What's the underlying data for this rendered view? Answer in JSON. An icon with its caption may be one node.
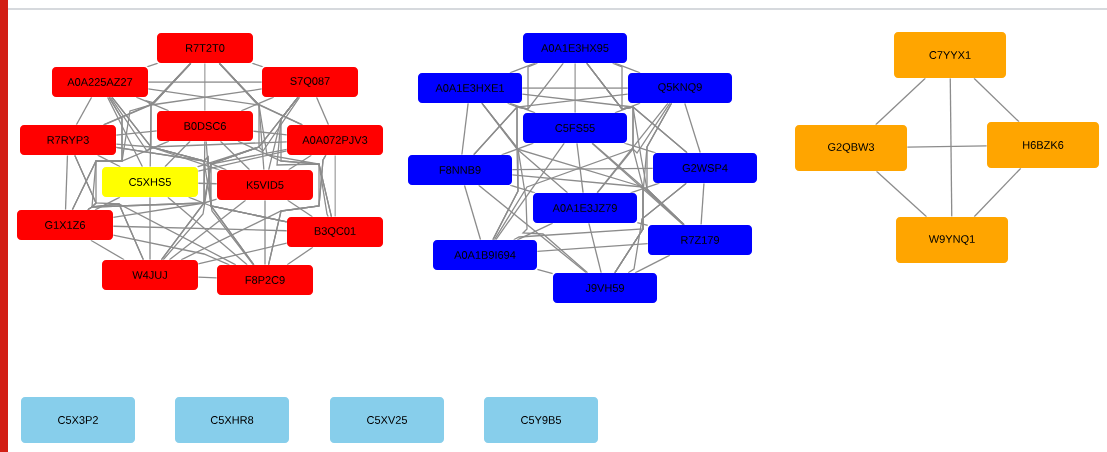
{
  "diagram": {
    "nodes": [
      {
        "text": [
          "R7T2T0"
        ]
      },
      {
        "text": [
          "A0A225AZ27"
        ]
      },
      {
        "text": [
          "S7Q087"
        ]
      },
      {
        "text": [
          "B0DSC6"
        ]
      },
      {
        "text": [
          "R7RYP3"
        ]
      },
      {
        "text": [
          "A0A072PJV3"
        ]
      },
      {
        "text": [
          "C5XHS5"
        ]
      },
      {
        "text": [
          "K5VID5"
        ]
      },
      {
        "text": [
          "G1X1Z6"
        ]
      },
      {
        "text": [
          "B3QC01"
        ]
      },
      {
        "text": [
          "W4JUJ"
        ]
      },
      {
        "text": [
          "F8P2C9"
        ]
      },
      {
        "text": [
          "A0A1E3HX95"
        ]
      },
      {
        "text": [
          "A0A1E3HXE1"
        ]
      },
      {
        "text": [
          "Q5KNQ9"
        ]
      },
      {
        "text": [
          "C5FS55"
        ]
      },
      {
        "text": [
          "G2WSP4"
        ]
      },
      {
        "text": [
          "F8NNB9"
        ]
      },
      {
        "text": [
          "A0A1E3JZ79"
        ]
      },
      {
        "text": [
          "R7Z179"
        ]
      },
      {
        "text": [
          "A0A1B9I694"
        ]
      },
      {
        "text": [
          "J9VH59"
        ]
      },
      {
        "text": [
          "C7YYX1"
        ]
      },
      {
        "text": [
          "G2QBW3"
        ]
      },
      {
        "text": [
          "H6BZK6"
        ]
      },
      {
        "text": [
          "W9YNQ1"
        ]
      },
      {
        "text": [
          "C5X3P2"
        ]
      },
      {
        "text": [
          "C5XHR8"
        ]
      },
      {
        "text": [
          "C5XV25"
        ]
      },
      {
        "text": [
          "C5Y9B5"
        ]
      }
    ],
    "edges": [
      {
        "from": 0,
        "to": 1,
        "arrow": "none"
      },
      {
        "from": 0,
        "to": 2,
        "arrow": "none"
      },
      {
        "from": 0,
        "to": 3,
        "arrow": "none"
      },
      {
        "from": 0,
        "to": 4,
        "arrow": "none"
      },
      {
        "from": 0,
        "to": 5,
        "arrow": "none"
      },
      {
        "from": 0,
        "to": 6,
        "arrow": "none"
      },
      {
        "from": 0,
        "to": 7,
        "arrow": "none"
      },
      {
        "from": 0,
        "to": 8,
        "arrow": "none"
      },
      {
        "from": 0,
        "to": 9,
        "arrow": "none"
      },
      {
        "from": 0,
        "to": 10,
        "arrow": "none"
      },
      {
        "from": 0,
        "to": 11,
        "arrow": "none"
      },
      {
        "from": 1,
        "to": 2,
        "arrow": "none"
      },
      {
        "from": 1,
        "to": 3,
        "arrow": "none"
      },
      {
        "from": 1,
        "to": 4,
        "arrow": "none"
      },
      {
        "from": 1,
        "to": 5,
        "arrow": "none"
      },
      {
        "from": 1,
        "to": 6,
        "arrow": "none"
      },
      {
        "from": 1,
        "to": 7,
        "arrow": "none"
      },
      {
        "from": 1,
        "to": 8,
        "arrow": "none"
      },
      {
        "from": 1,
        "to": 9,
        "arrow": "none"
      },
      {
        "from": 1,
        "to": 10,
        "arrow": "none"
      },
      {
        "from": 1,
        "to": 11,
        "arrow": "none"
      },
      {
        "from": 2,
        "to": 3,
        "arrow": "none"
      },
      {
        "from": 2,
        "to": 4,
        "arrow": "none"
      },
      {
        "from": 2,
        "to": 5,
        "arrow": "none"
      },
      {
        "from": 2,
        "to": 6,
        "arrow": "none"
      },
      {
        "from": 2,
        "to": 7,
        "arrow": "none"
      },
      {
        "from": 2,
        "to": 8,
        "arrow": "none"
      },
      {
        "from": 2,
        "to": 9,
        "arrow": "none"
      },
      {
        "from": 2,
        "to": 10,
        "arrow": "none"
      },
      {
        "from": 2,
        "to": 11,
        "arrow": "none"
      },
      {
        "from": 3,
        "to": 4,
        "arrow": "none"
      },
      {
        "from": 3,
        "to": 5,
        "arrow": "none"
      },
      {
        "from": 3,
        "to": 6,
        "arrow": "none"
      },
      {
        "from": 3,
        "to": 7,
        "arrow": "none"
      },
      {
        "from": 3,
        "to": 8,
        "arrow": "none"
      },
      {
        "from": 3,
        "to": 9,
        "arrow": "none"
      },
      {
        "from": 3,
        "to": 10,
        "arrow": "none"
      },
      {
        "from": 3,
        "to": 11,
        "arrow": "none"
      },
      {
        "from": 4,
        "to": 5,
        "arrow": "none"
      },
      {
        "from": 4,
        "to": 6,
        "arrow": "none"
      },
      {
        "from": 4,
        "to": 7,
        "arrow": "none"
      },
      {
        "from": 4,
        "to": 8,
        "arrow": "none"
      },
      {
        "from": 4,
        "to": 9,
        "arrow": "none"
      },
      {
        "from": 4,
        "to": 10,
        "arrow": "none"
      },
      {
        "from": 4,
        "to": 11,
        "arrow": "none"
      },
      {
        "from": 5,
        "to": 6,
        "arrow": "none"
      },
      {
        "from": 5,
        "to": 7,
        "arrow": "none"
      },
      {
        "from": 5,
        "to": 8,
        "arrow": "none"
      },
      {
        "from": 5,
        "to": 9,
        "arrow": "none"
      },
      {
        "from": 5,
        "to": 10,
        "arrow": "none"
      },
      {
        "from": 5,
        "to": 11,
        "arrow": "none"
      },
      {
        "from": 6,
        "to": 7,
        "arrow": "none"
      },
      {
        "from": 6,
        "to": 8,
        "arrow": "none"
      },
      {
        "from": 6,
        "to": 9,
        "arrow": "none"
      },
      {
        "from": 6,
        "to": 10,
        "arrow": "none"
      },
      {
        "from": 6,
        "to": 11,
        "arrow": "none"
      },
      {
        "from": 7,
        "to": 8,
        "arrow": "none"
      },
      {
        "from": 7,
        "to": 9,
        "arrow": "none"
      },
      {
        "from": 7,
        "to": 10,
        "arrow": "none"
      },
      {
        "from": 7,
        "to": 11,
        "arrow": "none"
      },
      {
        "from": 8,
        "to": 9,
        "arrow": "none"
      },
      {
        "from": 8,
        "to": 10,
        "arrow": "none"
      },
      {
        "from": 8,
        "to": 11,
        "arrow": "none"
      },
      {
        "from": 9,
        "to": 10,
        "arrow": "none"
      },
      {
        "from": 9,
        "to": 11,
        "arrow": "none"
      },
      {
        "from": 10,
        "to": 11,
        "arrow": "none"
      },
      {
        "from": 12,
        "to": 13,
        "arrow": "none"
      },
      {
        "from": 12,
        "to": 14,
        "arrow": "none"
      },
      {
        "from": 12,
        "to": 15,
        "arrow": "none"
      },
      {
        "from": 12,
        "to": 16,
        "arrow": "none"
      },
      {
        "from": 12,
        "to": 17,
        "arrow": "none"
      },
      {
        "from": 12,
        "to": 18,
        "arrow": "none"
      },
      {
        "from": 12,
        "to": 19,
        "arrow": "none"
      },
      {
        "from": 12,
        "to": 20,
        "arrow": "none"
      },
      {
        "from": 12,
        "to": 21,
        "arrow": "none"
      },
      {
        "from": 13,
        "to": 14,
        "arrow": "none"
      },
      {
        "from": 13,
        "to": 15,
        "arrow": "none"
      },
      {
        "from": 13,
        "to": 16,
        "arrow": "none"
      },
      {
        "from": 13,
        "to": 17,
        "arrow": "none"
      },
      {
        "from": 13,
        "to": 18,
        "arrow": "none"
      },
      {
        "from": 13,
        "to": 19,
        "arrow": "none"
      },
      {
        "from": 13,
        "to": 20,
        "arrow": "none"
      },
      {
        "from": 13,
        "to": 21,
        "arrow": "none"
      },
      {
        "from": 14,
        "to": 15,
        "arrow": "none"
      },
      {
        "from": 14,
        "to": 16,
        "arrow": "none"
      },
      {
        "from": 14,
        "to": 17,
        "arrow": "none"
      },
      {
        "from": 14,
        "to": 18,
        "arrow": "none"
      },
      {
        "from": 14,
        "to": 19,
        "arrow": "none"
      },
      {
        "from": 14,
        "to": 20,
        "arrow": "none"
      },
      {
        "from": 14,
        "to": 21,
        "arrow": "none"
      },
      {
        "from": 15,
        "to": 16,
        "arrow": "none"
      },
      {
        "from": 15,
        "to": 17,
        "arrow": "none"
      },
      {
        "from": 15,
        "to": 18,
        "arrow": "none"
      },
      {
        "from": 15,
        "to": 19,
        "arrow": "none"
      },
      {
        "from": 15,
        "to": 20,
        "arrow": "none"
      },
      {
        "from": 15,
        "to": 21,
        "arrow": "none"
      },
      {
        "from": 16,
        "to": 17,
        "arrow": "none"
      },
      {
        "from": 16,
        "to": 18,
        "arrow": "none"
      },
      {
        "from": 16,
        "to": 19,
        "arrow": "none"
      },
      {
        "from": 16,
        "to": 20,
        "arrow": "none"
      },
      {
        "from": 16,
        "to": 21,
        "arrow": "none"
      },
      {
        "from": 17,
        "to": 18,
        "arrow": "none"
      },
      {
        "from": 17,
        "to": 19,
        "arrow": "none"
      },
      {
        "from": 17,
        "to": 20,
        "arrow": "none"
      },
      {
        "from": 17,
        "to": 21,
        "arrow": "none"
      },
      {
        "from": 18,
        "to": 19,
        "arrow": "none"
      },
      {
        "from": 18,
        "to": 20,
        "arrow": "none"
      },
      {
        "from": 18,
        "to": 21,
        "arrow": "none"
      },
      {
        "from": 19,
        "to": 20,
        "arrow": "none"
      },
      {
        "from": 19,
        "to": 21,
        "arrow": "none"
      },
      {
        "from": 20,
        "to": 21,
        "arrow": "none"
      },
      {
        "from": 22,
        "to": 23,
        "arrow": "none"
      },
      {
        "from": 22,
        "to": 24,
        "arrow": "none"
      },
      {
        "from": 22,
        "to": 25,
        "arrow": "none"
      },
      {
        "from": 23,
        "to": 24,
        "arrow": "none"
      },
      {
        "from": 23,
        "to": 25,
        "arrow": "none"
      },
      {
        "from": 24,
        "to": 25,
        "arrow": "none"
      }
    ]
  }
}
